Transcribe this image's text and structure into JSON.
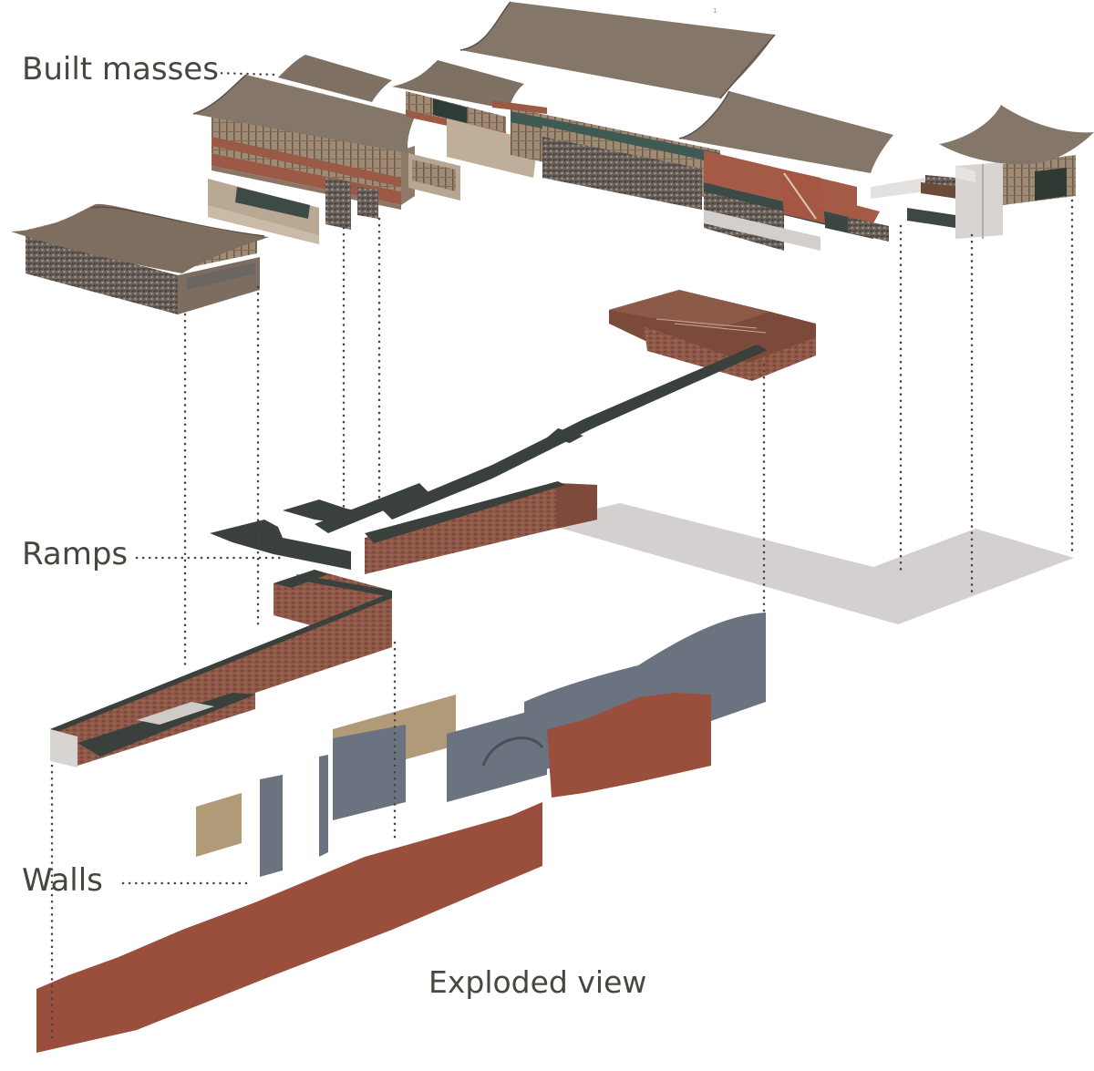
{
  "diagram": {
    "title": "Exploded view",
    "layers": [
      {
        "id": "built-masses",
        "label": "Built masses"
      },
      {
        "id": "ramps",
        "label": "Ramps"
      },
      {
        "id": "walls",
        "label": "Walls"
      }
    ],
    "marker_text": "1",
    "colors": {
      "text": "#46473f",
      "roof": "#8a7a6a",
      "roof_dark": "#6e5f52",
      "timber": "#9b8672",
      "stone": "#5e5650",
      "brick": "#8a5545",
      "ramp_surface": "#3a413d",
      "shadow": "#d3d0cf",
      "wall_red": "#9a4f3d",
      "wall_blue": "#6c7380",
      "wall_sand": "#b09a78",
      "concrete": "#d8d4d2",
      "leader": "#444444"
    }
  }
}
